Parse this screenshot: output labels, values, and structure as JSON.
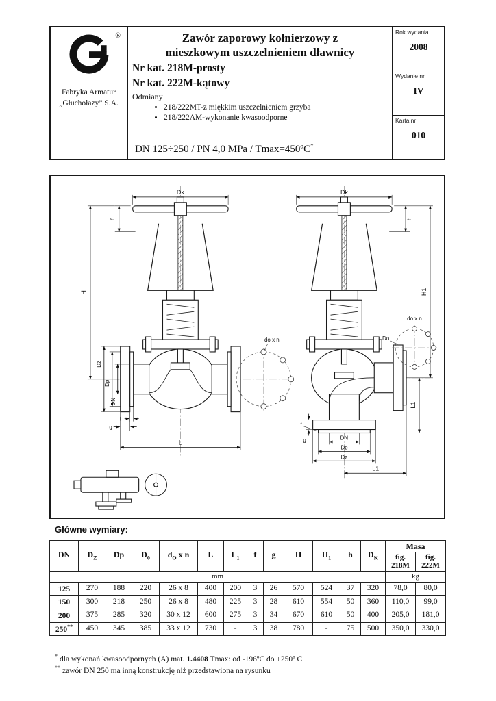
{
  "header": {
    "registered_mark": "®",
    "company_line1": "Fabryka  Armatur",
    "company_line2": "„Głuchołazy” S.A.",
    "title_line1": "Zawór zaporowy kołnierzowy z",
    "title_line2": "mieszkowym uszczelnieniem dławnicy",
    "cat_line1": "Nr kat. 218M-prosty",
    "cat_line2": "Nr kat. 222M-kątowy",
    "variants_label": "Odmiany",
    "variants": [
      "218/222MT-z miękkim uszczelnieniem grzyba",
      "218/222AM-wykonanie kwasoodporne"
    ],
    "spec_text": "DN 125÷250 / PN 4,0 MPa / Tmax=450ºC",
    "spec_mark": "*",
    "meta": [
      {
        "label": "Rok wydania",
        "value": "2008"
      },
      {
        "label": "Wydanie nr",
        "value": "IV"
      },
      {
        "label": "Karta nr",
        "value": "010"
      }
    ]
  },
  "drawing": {
    "labels": {
      "dk": "Dk",
      "h": "h",
      "H": "H",
      "h1": "H1",
      "dz": "Dz",
      "dp": "Dp",
      "dn": "DN",
      "f": "f",
      "g": "g",
      "L": "L",
      "l1": "L1",
      "don": "do x n",
      "Do": "Do"
    }
  },
  "section_title": "Główne wymiary:",
  "dims_table": {
    "cols": [
      {
        "base": "DN"
      },
      {
        "base": "D",
        "sub": "Z"
      },
      {
        "base": "Dp"
      },
      {
        "base": "D",
        "sub": "0"
      },
      {
        "base": "d",
        "sub": "O",
        "rest": " x  n"
      },
      {
        "base": "L"
      },
      {
        "base": "L",
        "sub": "1"
      },
      {
        "base": "f"
      },
      {
        "base": "g"
      },
      {
        "base": "H"
      },
      {
        "base": "H",
        "sub": "1"
      },
      {
        "base": "h"
      },
      {
        "base": "D",
        "sub": "K"
      }
    ],
    "masa": {
      "label": "Masa",
      "sub1_line1": "fig.",
      "sub1_line2": "218M",
      "sub2_line1": "fig.",
      "sub2_line2": "222M"
    },
    "units": {
      "mm": "mm",
      "kg": "kg"
    },
    "rows": [
      {
        "dn": "125",
        "mark": "",
        "values": [
          "270",
          "188",
          "220",
          "26 x 8",
          "400",
          "200",
          "3",
          "26",
          "570",
          "524",
          "37",
          "320",
          "78,0",
          "80,0"
        ]
      },
      {
        "dn": "150",
        "mark": "",
        "values": [
          "300",
          "218",
          "250",
          "26 x 8",
          "480",
          "225",
          "3",
          "28",
          "610",
          "554",
          "50",
          "360",
          "110,0",
          "99,0"
        ]
      },
      {
        "dn": "200",
        "mark": "",
        "values": [
          "375",
          "285",
          "320",
          "30 x 12",
          "600",
          "275",
          "3",
          "34",
          "670",
          "610",
          "50",
          "400",
          "205,0",
          "181,0"
        ]
      },
      {
        "dn": "250",
        "mark": "**",
        "values": [
          "450",
          "345",
          "385",
          "33 x 12",
          "730",
          "-",
          "3",
          "38",
          "780",
          "-",
          "75",
          "500",
          "350,0",
          "330,0"
        ]
      }
    ]
  },
  "footnotes": [
    {
      "mark": "*",
      "pre": "dla wykonań kwasoodpornych (A) mat. ",
      "bold": "1.4408",
      "post": " Tmax: od -196ºC do +250º C"
    },
    {
      "mark": "**",
      "pre": "zawór DN 250 ma inną konstrukcję niż przedstawiona na rysunku",
      "bold": "",
      "post": ""
    }
  ]
}
